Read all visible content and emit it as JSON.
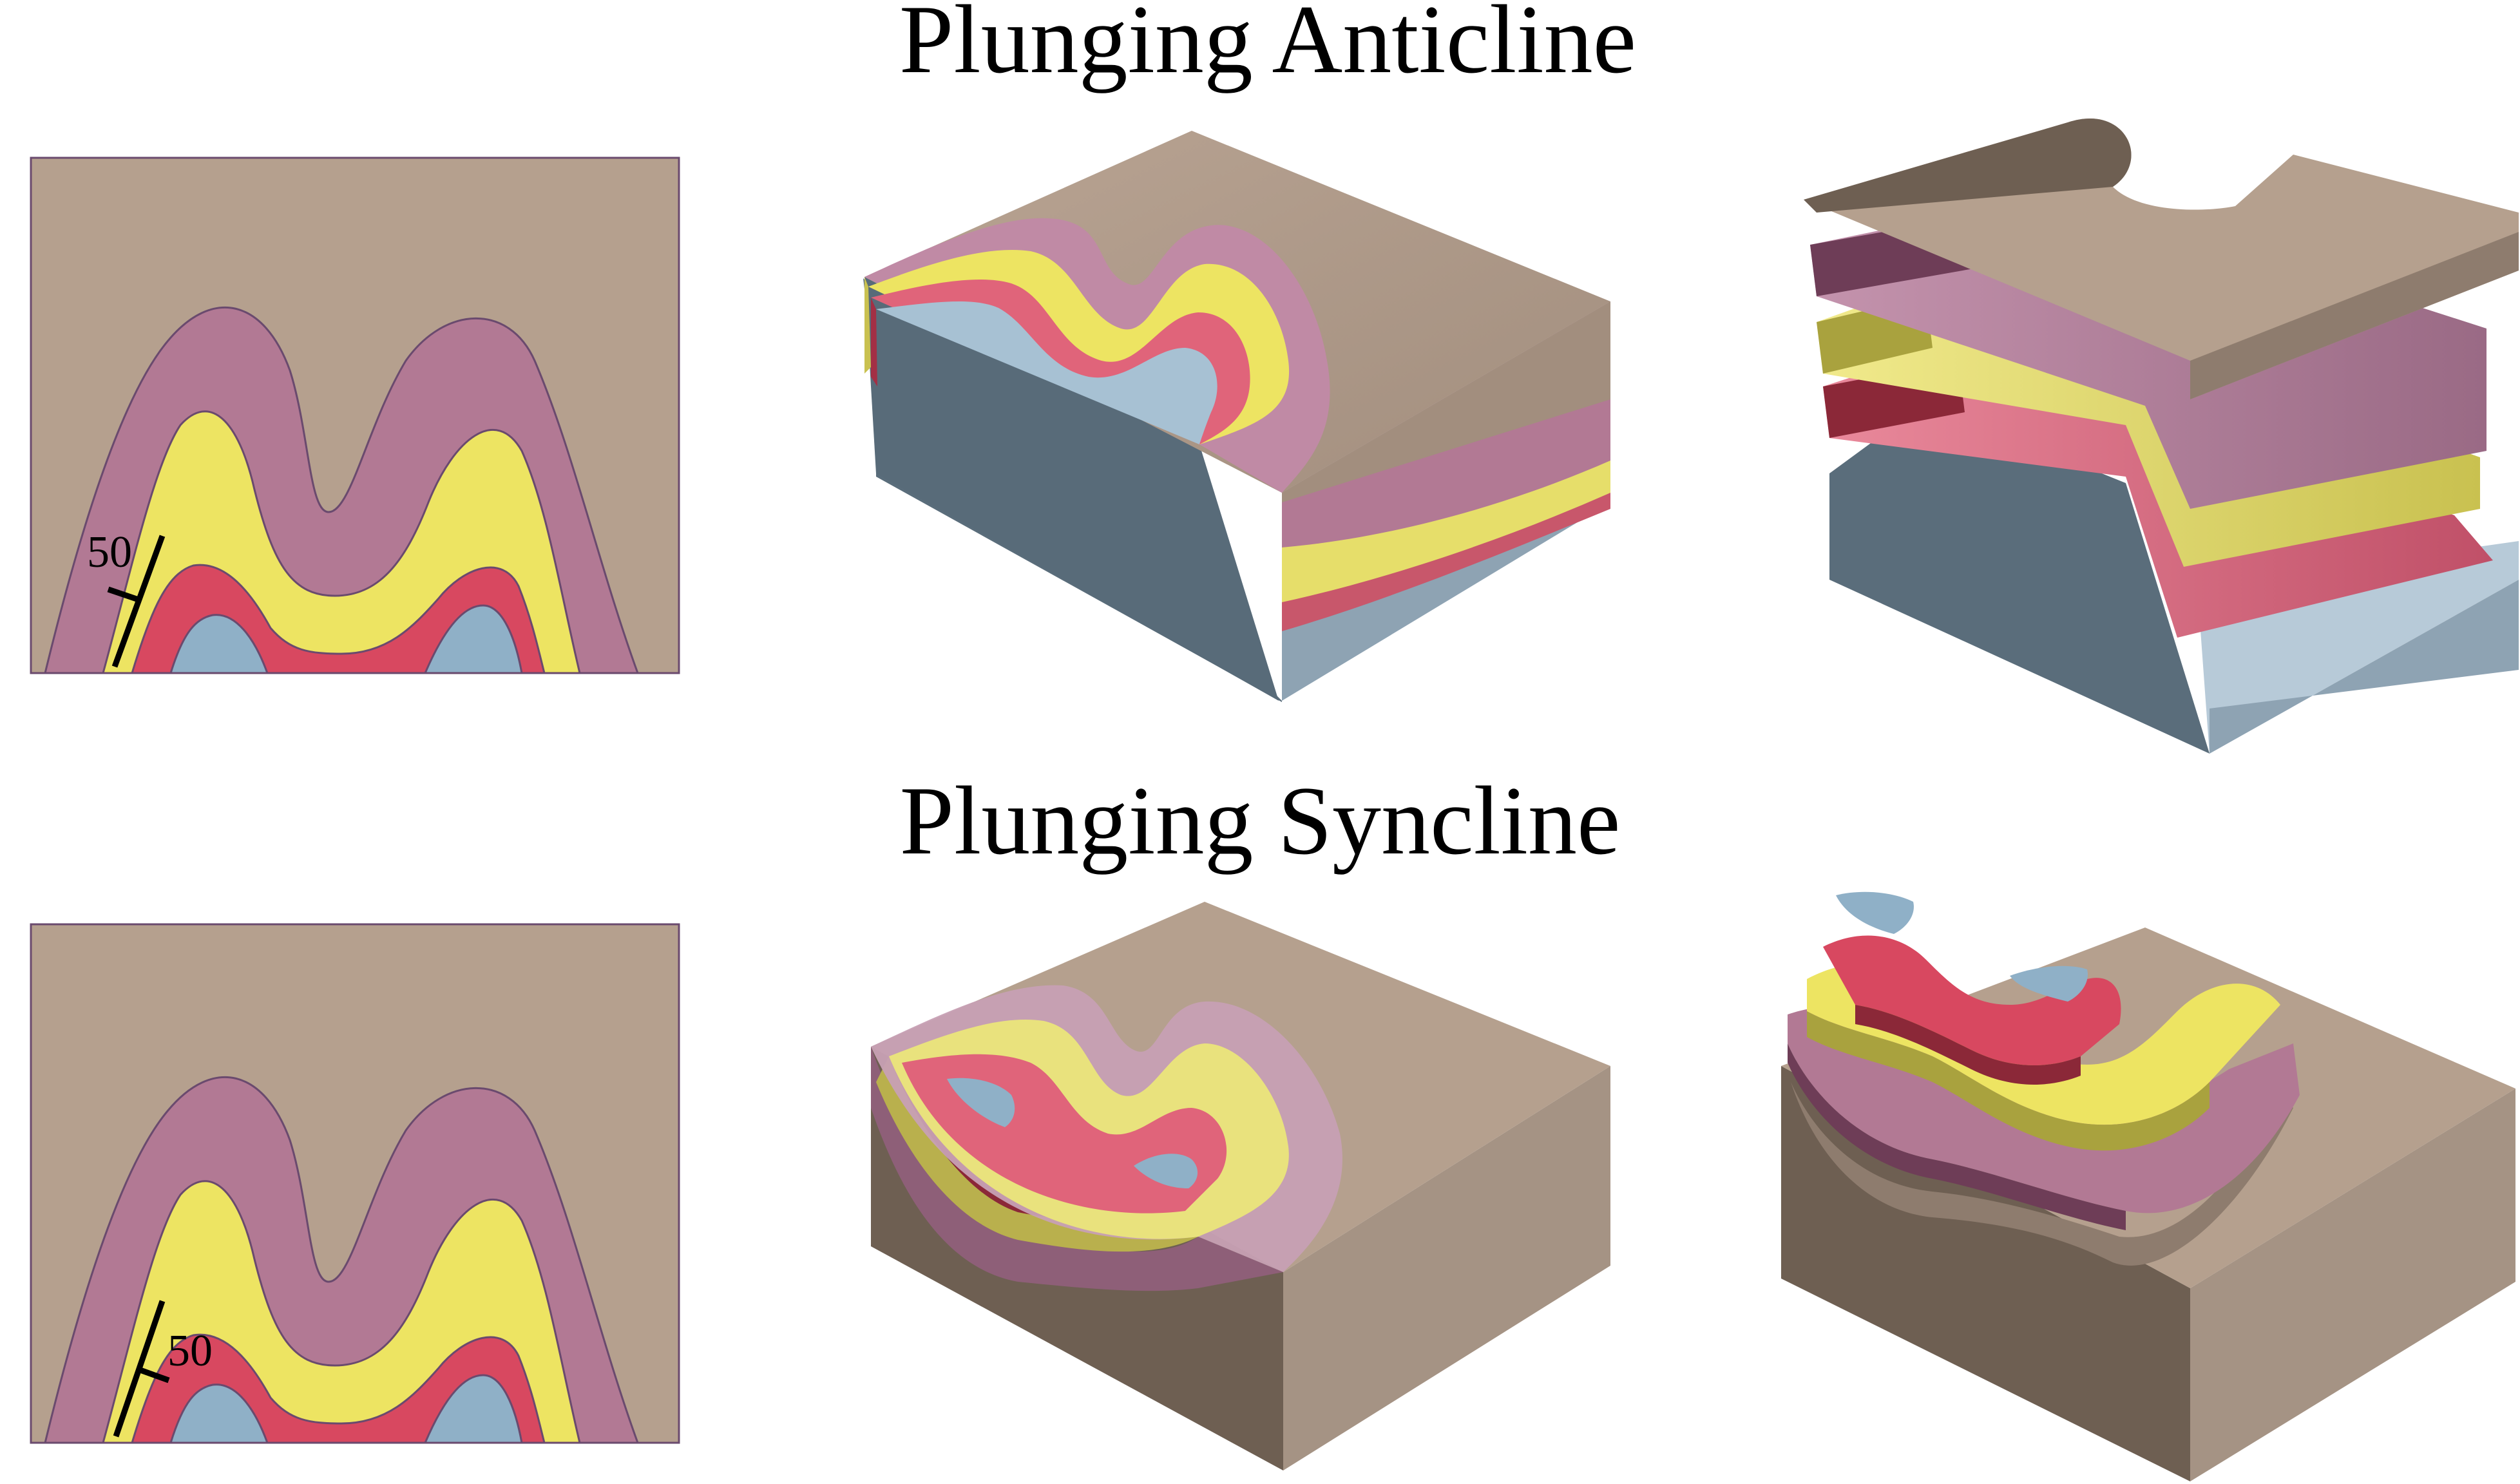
{
  "titles": {
    "anticline": "Plunging Anticline",
    "syncline": "Plunging Syncline"
  },
  "strike_dip_labels": {
    "anticline_map": "50",
    "syncline_map": "50"
  },
  "colors": {
    "surface_tan": "#b5a08e",
    "mauve": "#b27994",
    "yellow": "#ede462",
    "red": "#d84860",
    "blue": "#8fb0c7",
    "slate": "#5a6d7b",
    "dark_brown": "#6e5f52"
  }
}
